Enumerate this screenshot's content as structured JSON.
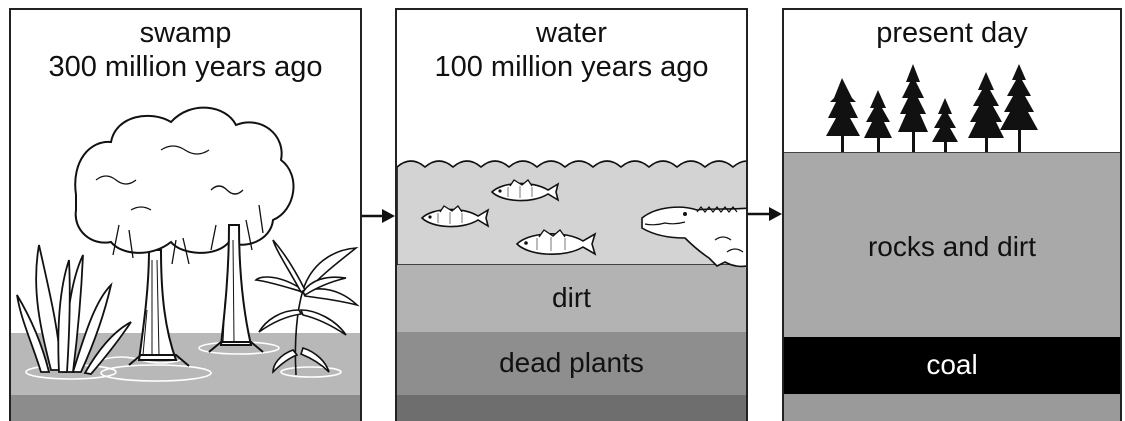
{
  "panels": [
    {
      "title_line1": "swamp",
      "title_line2": "300 million years ago"
    },
    {
      "title_line1": "water",
      "title_line2": "100 million years ago",
      "layers": {
        "dirt": "dirt",
        "dead_plants": "dead plants"
      }
    },
    {
      "title_line1": "present day",
      "layers": {
        "rocks": "rocks and dirt",
        "coal": "coal"
      }
    }
  ],
  "colors": {
    "swamp_water": "#b8b8b8",
    "swamp_ground": "#8c8c8c",
    "water": "#d3d3d3",
    "dirt": "#b3b3b3",
    "dead_plants": "#8e8e8e",
    "bottom": "#6e6e6e",
    "rocks": "#a9a9a9",
    "coal": "#000000",
    "below_coal": "#9a9a9a"
  },
  "icons": [
    "tree-icon",
    "reed-plant-icon",
    "palm-plant-icon",
    "fish-icon",
    "alligator-icon",
    "pine-tree-icon",
    "arrow-right-icon"
  ]
}
